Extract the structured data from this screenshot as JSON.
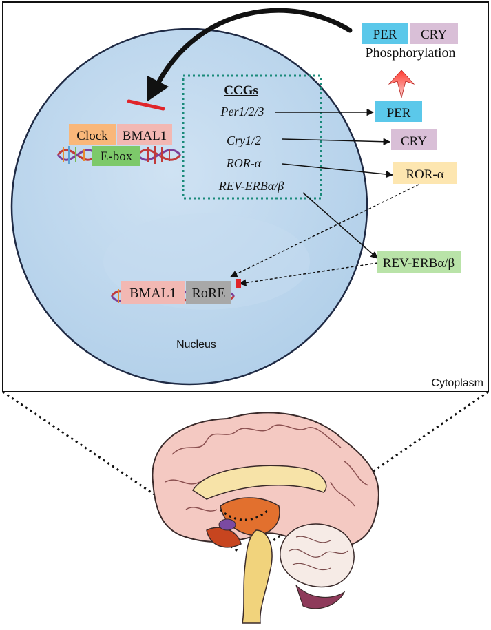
{
  "labels": {
    "ccgs_title": "CCGs",
    "per_gene": "Per1/2/3",
    "cry_gene": "Cry1/2",
    "ror_gene": "ROR-α",
    "reverb_gene": "REV-ERBα/β",
    "clock": "Clock",
    "bmal1_top": "BMAL1",
    "ebox": "E-box",
    "bmal1_bottom": "BMAL1",
    "rore": "RoRE",
    "nucleus": "Nucleus",
    "cytoplasm": "Cytoplasm",
    "per_protein": "PER",
    "cry_protein": "CRY",
    "ror_protein": "ROR-α",
    "reverb_protein": "REV-ERBα/β",
    "phos_per": "PER",
    "phos_cry": "CRY",
    "phosphorylation": "Phosphorylation"
  },
  "colors": {
    "nucleus_fill": "#bcd7ee",
    "nucleus_stroke": "#1f2a44",
    "ccg_box": "#1a8a7a",
    "per_blue": "#5bc8ea",
    "cry_purple": "#d9bfd7",
    "ror_yellow": "#fde6b0",
    "reverb_green": "#b9e3a8",
    "clock_orange": "#f9b77a",
    "bmal1_pink": "#f2b8b3",
    "ebox_green": "#7dc96a",
    "rore_gray": "#a8a8a8",
    "inhibit_red": "#e0252a",
    "arrow_red": "#e8322f"
  },
  "icons": [
    "dna-helix-icon",
    "brain-illustration",
    "inhibition-bar-icon",
    "red-up-arrow-icon"
  ]
}
